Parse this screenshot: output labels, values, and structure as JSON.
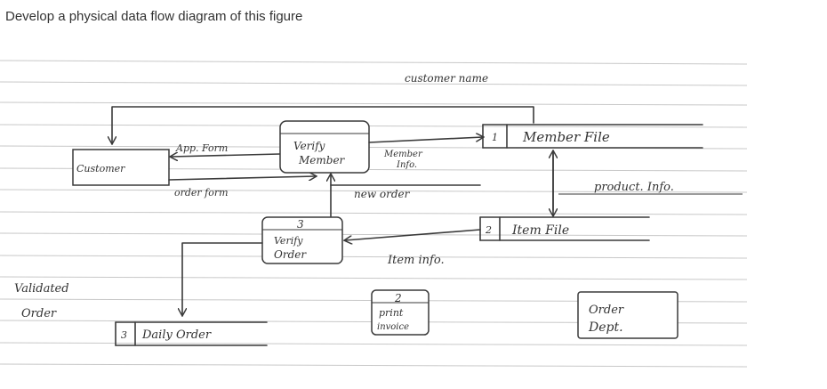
{
  "question": "Develop a physical data flow diagram of this figure",
  "diagram": {
    "customer_entity": "Customer",
    "customer_name_flow": "customer name",
    "app_form_flow": "App. Form",
    "order_form_flow": "order form",
    "verify_member_process": [
      "Verify",
      "Member"
    ],
    "member_info_flow": [
      "Member",
      "Info."
    ],
    "member_file_store": {
      "number": "1",
      "label": "Member File"
    },
    "new_order_flow": "new order",
    "product_info_flow": "product. Info.",
    "item_file_store": {
      "number": "2",
      "label": "Item File"
    },
    "verify_order_process": {
      "number": "3",
      "label": [
        "Verify",
        "Order"
      ]
    },
    "item_info_flow": "Item info.",
    "validated_order_flow": [
      "Validated",
      "Order"
    ],
    "daily_order_store": {
      "number": "3",
      "label": "Daily Order"
    },
    "print_invoice_process": {
      "number": "2",
      "label": [
        "print",
        "invoice"
      ]
    },
    "order_dept_entity": [
      "Order",
      "Dept."
    ]
  }
}
